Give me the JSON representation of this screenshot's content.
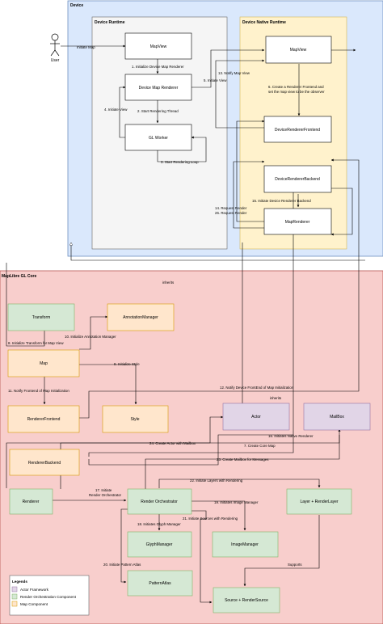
{
  "groups": {
    "device": "Device",
    "device_runtime": "Device Runtime",
    "device_native": "Device Native Runtime",
    "core": "MapLibre GL Core"
  },
  "actors": {
    "user": "User"
  },
  "nodes": {
    "mapview_rt": "MapView",
    "device_map_renderer": "Device Map Renderer",
    "gl_worker": "GL Worker",
    "mapview_native": "MapView",
    "device_renderer_frontend": "DeviceRendererFrontend",
    "device_renderer_backend": "DeviceRendererBackend",
    "map_renderer": "MapRenderer",
    "transform": "Transform",
    "annotation_manager": "AnnotationManager",
    "map": "Map",
    "renderer_frontend": "RendererFrontend",
    "style": "Style",
    "actor": "Actor",
    "mailbox": "MailBox",
    "renderer_backend": "RendererBackend",
    "renderer": "Renderer",
    "render_orchestrator": "Render Orchestrator",
    "layer_renderlayer": "Layer + RenderLayer",
    "glyph_manager": "GlyphManager",
    "image_manager": "ImageManager",
    "pattern_atlas": "PatternAtlas",
    "source_rendersource": "Source + RenderSource"
  },
  "edges": {
    "initiate_map": "Initiate Map",
    "e1": "1. Initialize Device Map Renderer",
    "e2": "2. Start Rendering Thread",
    "e3": "3. Start Rendering Loop",
    "e4": "4. Initiate View",
    "e5": "5. Initiate View",
    "e6a": "6. Create a Renderer Frontend and",
    "e6b": "set the map view to be the observer",
    "e7": "7. Create Core Map",
    "e8": "8. Initialize Transform for Map View",
    "e9": "9. Initialize Style",
    "e10": "10. Initialize Annotation Manager",
    "e11": "11. Notify Frontend of Map Initialization",
    "e12": "12. Notify Device FrontEnd of Map Initialization",
    "e13": "13. Notify Map View",
    "e14": "14. Request Render",
    "e15": "15. Initiate Device Renderer Backend",
    "e16": "16. Initiates Native Renderer",
    "e17a": "17. Initiate",
    "e17b": "Render Orchestrator",
    "e18": "18. Initiates Glyph Manager",
    "e19": "19. Initiates Image Manager",
    "e20": "20. Initiate Pattern Atlas",
    "e21": "21. Initiate Sources with Rendering",
    "e22": "22. Initiate Layers with Rendering",
    "e23": "23. Create Mailbox for Messages",
    "e24": "24. Create Actor with Mailbox",
    "e26": "26. Request Render",
    "inherits_1": "inherits",
    "inherits_2": "inherits",
    "supports": "Supports"
  },
  "legend": {
    "title": "Legends",
    "items": [
      {
        "label": "Actor Framework",
        "color": "#e1d5e7"
      },
      {
        "label": "Render Orchestration Component",
        "color": "#d5e8d4"
      },
      {
        "label": "Map Component",
        "color": "#ffe6cc"
      }
    ]
  },
  "colors": {
    "device_bg": "#dae8fc",
    "device_border": "#6c8ebf",
    "runtime_bg": "#f5f5f5",
    "native_bg": "#fff2cc",
    "core_bg": "#f8cecc",
    "core_border": "#b85450",
    "map_component": "#ffe6cc",
    "map_component_border": "#d79b00",
    "render_component": "#d5e8d4",
    "render_component_border": "#82b366",
    "actor_component": "#e1d5e7",
    "actor_component_border": "#9673a6"
  }
}
